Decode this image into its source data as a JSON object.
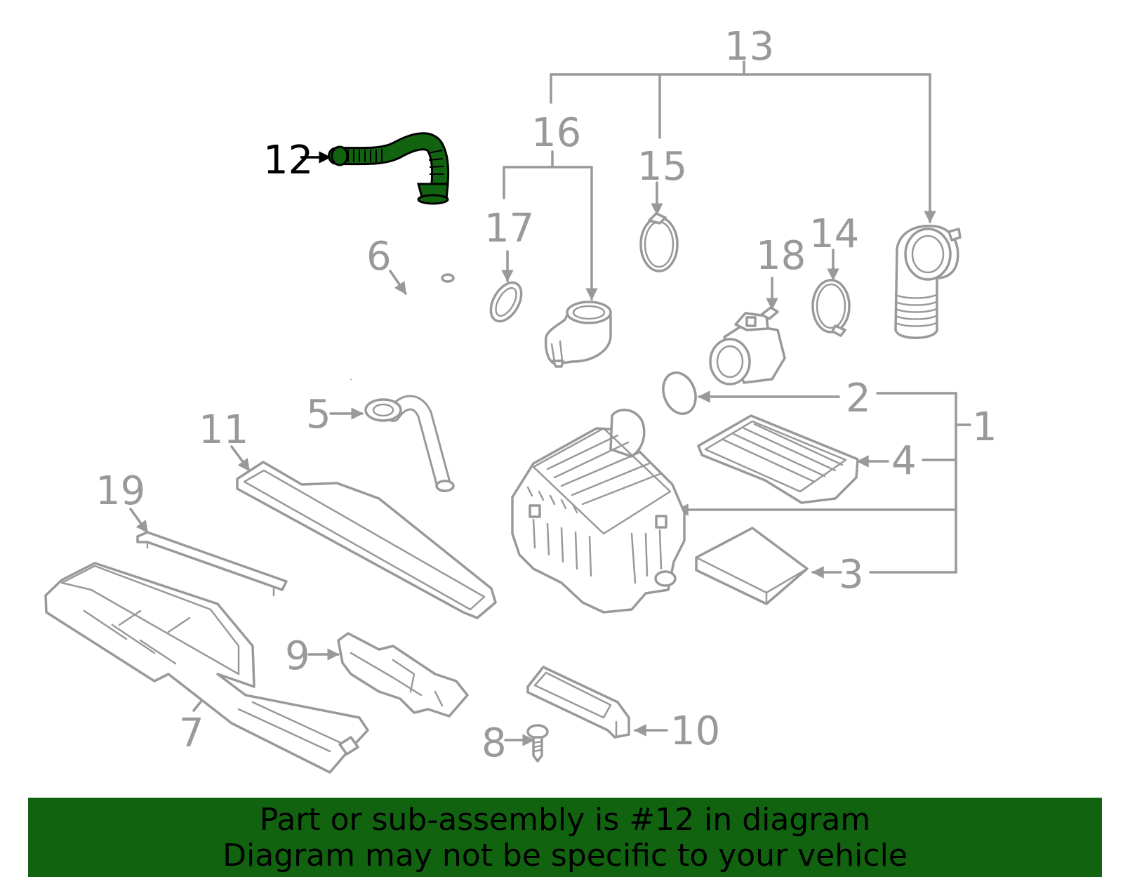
{
  "highlight_color": "#116310",
  "callout_color": "#999999",
  "callouts": {
    "c1": "1",
    "c2": "2",
    "c3": "3",
    "c4": "4",
    "c5": "5",
    "c6": "6",
    "c7": "7",
    "c8": "8",
    "c9": "9",
    "c10": "10",
    "c11": "11",
    "c12": "12",
    "c13": "13",
    "c14": "14",
    "c15": "15",
    "c16": "16",
    "c17": "17",
    "c18": "18",
    "c19": "19"
  },
  "banner": {
    "line1": "Part or sub-assembly is #12 in diagram",
    "line2": "Diagram may not be specific to your vehicle"
  }
}
